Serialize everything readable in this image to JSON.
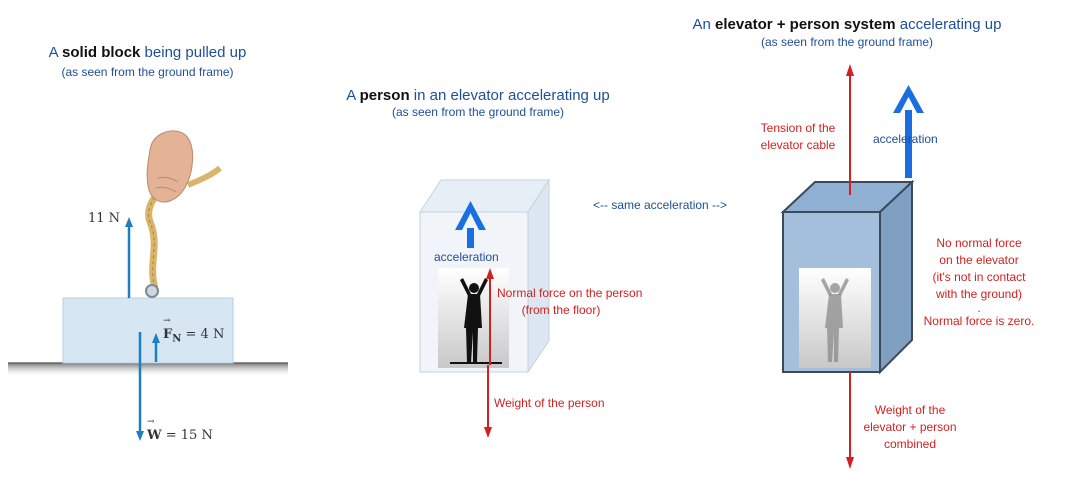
{
  "panel1": {
    "title_pre": "A ",
    "title_bold": "solid block",
    "title_post": " being pulled up",
    "subtitle": "(as seen from the ground frame)",
    "tension_label": "11 N",
    "normal_symbol": "F",
    "normal_sub": "N",
    "normal_value": "= 4 N",
    "weight_symbol": "W",
    "weight_value": "= 15 N"
  },
  "panel2": {
    "title_pre": "A ",
    "title_bold": "person",
    "title_post": " in an elevator accelerating up",
    "subtitle": "(as seen from the ground frame)",
    "acceleration_label": "acceleration",
    "normal_line1": "Normal force on the person",
    "normal_line2": "(from the floor)",
    "weight_label": "Weight of the person"
  },
  "middle": {
    "same_accel": "<-- same acceleration -->"
  },
  "panel3": {
    "title_pre": "An ",
    "title_bold": "elevator + person system",
    "title_post": " accelerating up",
    "subtitle": "(as seen from the ground frame)",
    "tension_line1": "Tension of the",
    "tension_line2": "elevator cable",
    "acceleration_label": "acceleration",
    "no_normal_line1": "No normal force",
    "no_normal_line2": "on the elevator",
    "no_normal_line3": "(it's not in contact",
    "no_normal_line4": "with the ground)",
    "no_normal_line5": ".",
    "no_normal_line6": "Normal force is zero.",
    "weight_line1": "Weight of the",
    "weight_line2": "elevator + person",
    "weight_line3": "combined"
  },
  "colors": {
    "title_blue": "#1f4e9a",
    "force_red": "#d42020",
    "accel_blue": "#1a6fe0",
    "block": "#d6e6f2",
    "elevator": "#a3bfdc"
  }
}
